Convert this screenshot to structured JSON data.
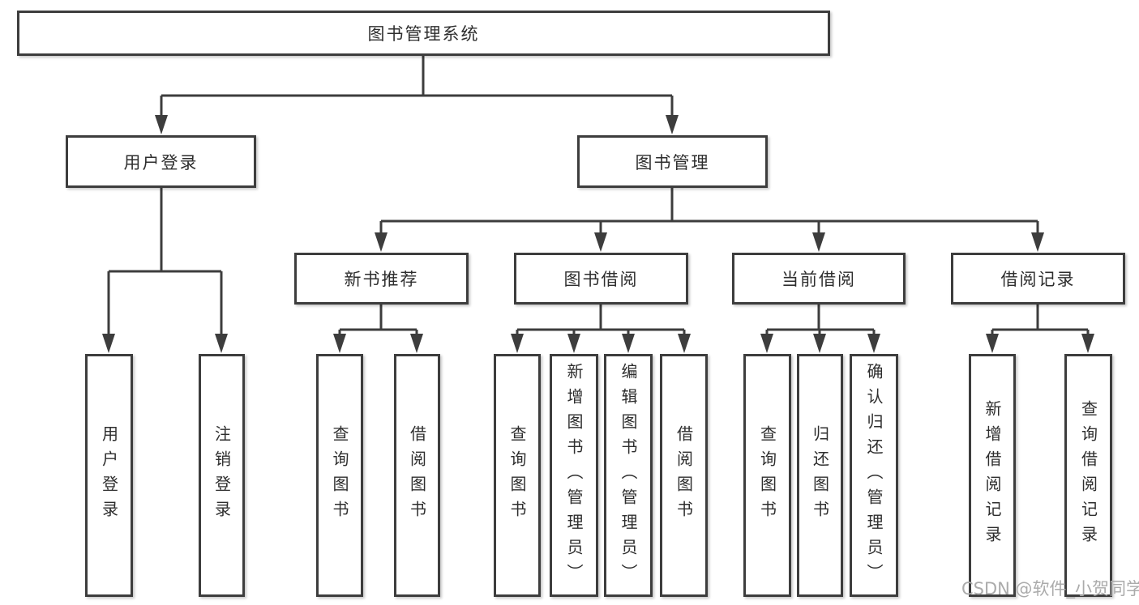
{
  "colors": {
    "line": "#3d3d3d",
    "box_border": "#3d3d3d",
    "box_fill": "#ffffff",
    "text": "#2e2e2e",
    "watermark": "#ababab",
    "background": "#ffffff"
  },
  "diagram": {
    "root": {
      "label": "图书管理系统"
    },
    "level2": [
      {
        "label": "用户登录"
      },
      {
        "label": "图书管理"
      }
    ],
    "level3": [
      {
        "label": "新书推荐"
      },
      {
        "label": "图书借阅"
      },
      {
        "label": "当前借阅"
      },
      {
        "label": "借阅记录"
      }
    ],
    "leaves": [
      {
        "label": "用户登录"
      },
      {
        "label": "注销登录"
      },
      {
        "label": "查询图书"
      },
      {
        "label": "借阅图书"
      },
      {
        "label": "查询图书"
      },
      {
        "label": "新增图书（管理员）"
      },
      {
        "label": "编辑图书（管理员）"
      },
      {
        "label": "借阅图书"
      },
      {
        "label": "查询图书"
      },
      {
        "label": "归还图书"
      },
      {
        "label": "确认归还（管理员）"
      },
      {
        "label": "新增借阅记录"
      },
      {
        "label": "查询借阅记录"
      }
    ],
    "watermark": "CSDN @软件_小贺同学"
  }
}
